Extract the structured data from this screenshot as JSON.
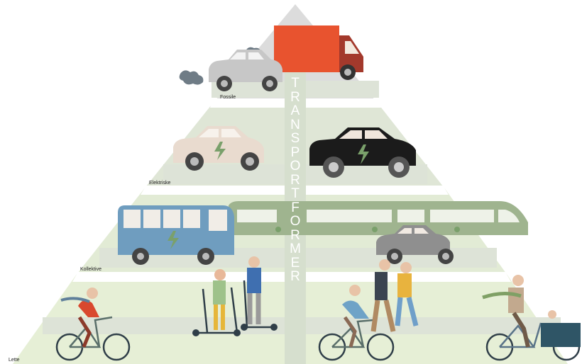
{
  "title": "TRANSPORTFORMER",
  "tiers": [
    {
      "label": "Fossile"
    },
    {
      "label": "Elektriske"
    },
    {
      "label": "Kollektive"
    },
    {
      "label": "Lette"
    }
  ],
  "colors": {
    "pyramid_top": "#dcdcdc",
    "pyramid_upper": "#dfe6d6",
    "pyramid_middle": "#e2ebd5",
    "pyramid_bottom": "#e6efd6",
    "band": "#ffffff",
    "road": "#dde3d7",
    "title_strip": "#d6dfce",
    "truck_cargo": "#e8532f",
    "truck_cab": "#a3392c",
    "car_grey": "#c7c7c7",
    "car_beige": "#e9dbcf",
    "car_black": "#1b1b1b",
    "bus_blue": "#6f9dbf",
    "train_green": "#9fb48f",
    "electric_badge": "#7aa06b",
    "smoke": "#6f7c86"
  },
  "icons": [
    "truck-icon",
    "fossil-car-icon",
    "smoke-icon",
    "electric-car-icon",
    "bus-icon",
    "tram-icon",
    "cyclist-icon",
    "scooter-icon",
    "pedestrian-icon",
    "cargo-bike-icon",
    "electric-bolt-icon"
  ]
}
